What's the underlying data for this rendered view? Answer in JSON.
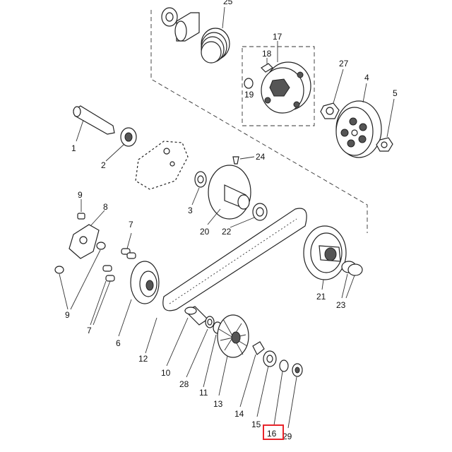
{
  "diagram": {
    "labels": {
      "p1": "1",
      "p2": "2",
      "p3": "3",
      "p4": "4",
      "p5": "5",
      "p6": "6",
      "p7a": "7",
      "p7b": "7",
      "p8": "8",
      "p9a": "9",
      "p9b": "9",
      "p10": "10",
      "p11": "11",
      "p12": "12",
      "p13": "13",
      "p14": "14",
      "p15": "15",
      "p16": "16",
      "p17": "17",
      "p18": "18",
      "p19": "19",
      "p20": "20",
      "p21": "21",
      "p22": "22",
      "p23": "23",
      "p24": "24",
      "p25": "25",
      "p27": "27",
      "p28": "28",
      "p29": "29"
    },
    "highlight": {
      "part": "16",
      "color": "#e8242a"
    }
  }
}
